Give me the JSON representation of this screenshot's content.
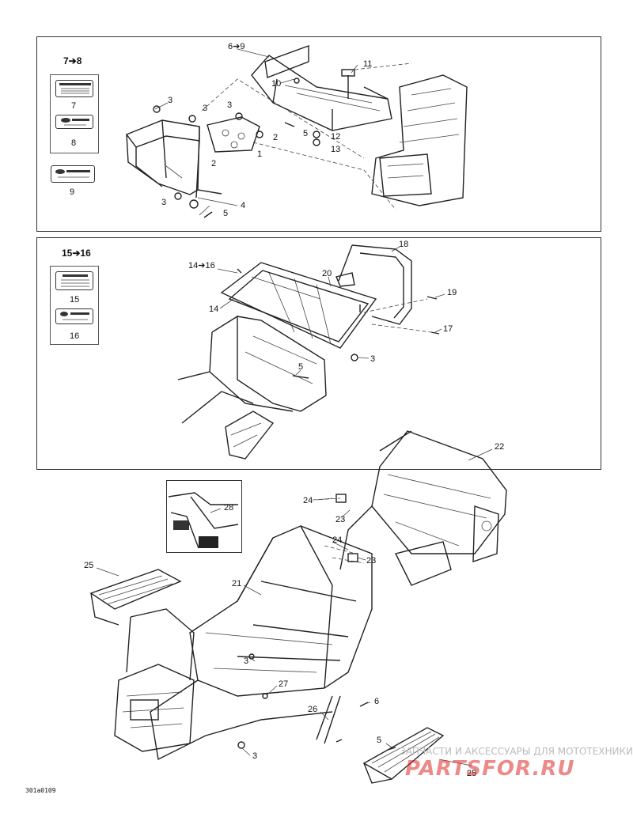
{
  "drawing_code": "301a0109",
  "watermark": {
    "text": "ЗАПЧАСТИ И АКСЕССУАРЫ ДЛЯ МОТОТЕХНИКИ",
    "logo": "PARTSFOR.RU"
  },
  "panel1": {
    "label_group_header": "7➔8",
    "label_group_number_7": "7",
    "label_group_number_8": "8",
    "label_number_9": "9",
    "callouts": {
      "c6to9": "6➔9",
      "c11": "11",
      "c10": "10",
      "c3a": "3",
      "c3b": "3",
      "c3c": "3",
      "c2a": "2",
      "c2b": "2",
      "c5a": "5",
      "c12": "12",
      "c13": "13",
      "c1": "1",
      "c3d": "3",
      "c4": "4",
      "c5b": "5"
    }
  },
  "panel2": {
    "label_group_header": "15➔16",
    "label_group_number_15": "15",
    "label_group_number_16": "16",
    "callouts": {
      "c14to16": "14➔16",
      "c18": "18",
      "c20": "20",
      "c14": "14",
      "c19": "19",
      "c17": "17",
      "c3": "3",
      "c5": "5"
    }
  },
  "frame": {
    "callouts": {
      "c22": "22",
      "c24a": "24",
      "c23a": "23",
      "c28": "28",
      "c24b": "24",
      "c23b": "23",
      "c25a": "25",
      "c21": "21",
      "c3a": "3",
      "c27": "27",
      "c6": "6",
      "c26": "26",
      "c5": "5",
      "c3b": "3",
      "c25b": "25"
    }
  }
}
